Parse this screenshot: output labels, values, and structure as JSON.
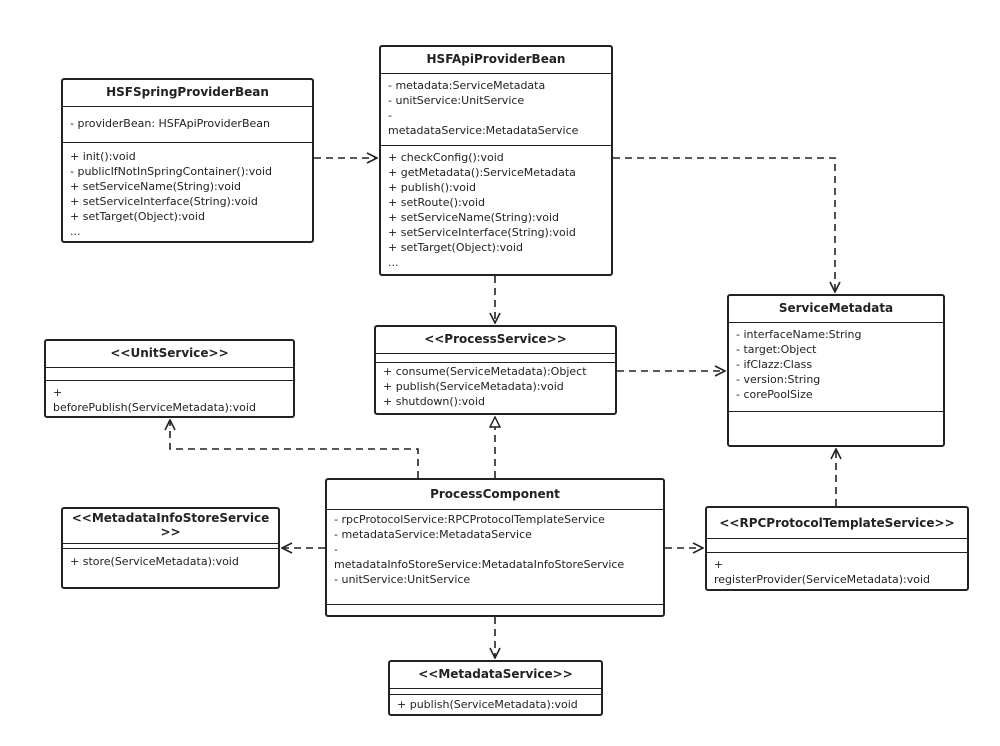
{
  "classes": {
    "hsf_spring": {
      "title": "HSFSpringProviderBean",
      "attrs": [
        "- providerBean: HSFApiProviderBean"
      ],
      "ops": [
        "+ init():void",
        "- publicIfNotInSpringContainer():void",
        "+ setServiceName(String):void",
        "+ setServiceInterface(String):void",
        "+ setTarget(Object):void",
        "..."
      ]
    },
    "hsf_api": {
      "title": "HSFApiProviderBean",
      "attrs": [
        "- metadata:ServiceMetadata",
        "- unitService:UnitService",
        "-",
        "metadataService:MetadataService"
      ],
      "ops": [
        "+ checkConfig():void",
        "+ getMetadata():ServiceMetadata",
        "+ publish():void",
        "+ setRoute():void",
        "+ setServiceName(String):void",
        "+ setServiceInterface(String):void",
        "+ setTarget(Object):void",
        "..."
      ]
    },
    "service_metadata": {
      "title": "ServiceMetadata",
      "attrs": [
        "- interfaceName:String",
        "- target:Object",
        "- ifClazz:Class",
        "- version:String",
        "- corePoolSize"
      ],
      "ops": []
    },
    "process_service": {
      "title": "<<ProcessService>>",
      "attrs": [],
      "ops": [
        "+ consume(ServiceMetadata):Object",
        "+ publish(ServiceMetadata):void",
        "+ shutdown():void"
      ]
    },
    "unit_service": {
      "title": "<<UnitService>>",
      "attrs": [],
      "ops": [
        "+",
        "beforePublish(ServiceMetadata):void"
      ]
    },
    "metadata_info_store": {
      "title": "<<MetadataInfoStoreService>>",
      "attrs": [],
      "ops": [
        "+ store(ServiceMetadata):void"
      ]
    },
    "process_component": {
      "title": "ProcessComponent",
      "attrs": [
        "- rpcProtocolService:RPCProtocolTemplateService",
        "- metadataService:MetadataService",
        "-",
        "metadataInfoStoreService:MetadataInfoStoreService",
        "- unitService:UnitService"
      ],
      "ops": []
    },
    "rpc_protocol": {
      "title": "<<RPCProtocolTemplateService>>",
      "attrs": [],
      "ops": [
        "+",
        "registerProvider(ServiceMetadata):void"
      ]
    },
    "metadata_service": {
      "title": "<<MetadataService>>",
      "attrs": [],
      "ops": [
        "+ publish(ServiceMetadata):void"
      ]
    }
  },
  "colors": {
    "stroke": "#222222",
    "background": "#ffffff"
  }
}
